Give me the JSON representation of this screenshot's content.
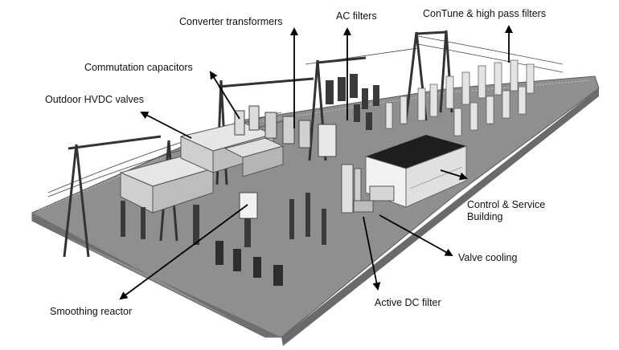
{
  "labels": {
    "converter_transformers": "Converter transformers",
    "ac_filters": "AC filters",
    "contune_filters": "ConTune & high pass filters",
    "commutation_capacitors": "Commutation capacitors",
    "outdoor_hvdc_valves": "Outdoor HVDC valves",
    "control_service_building_line1": "Control & Service",
    "control_service_building_line2": "Building",
    "valve_cooling": "Valve cooling",
    "active_dc_filter": "Active DC filter",
    "smoothing_reactor": "Smoothing reactor"
  },
  "colors": {
    "ground": "#8f8f8f",
    "ground_edge": "#5a5a5a",
    "building": "#f2f2f2",
    "roof": "#1e1e1e",
    "equipment": "#d9d9d9",
    "dark_equipment": "#3a3a3a",
    "arrow": "#000000"
  }
}
